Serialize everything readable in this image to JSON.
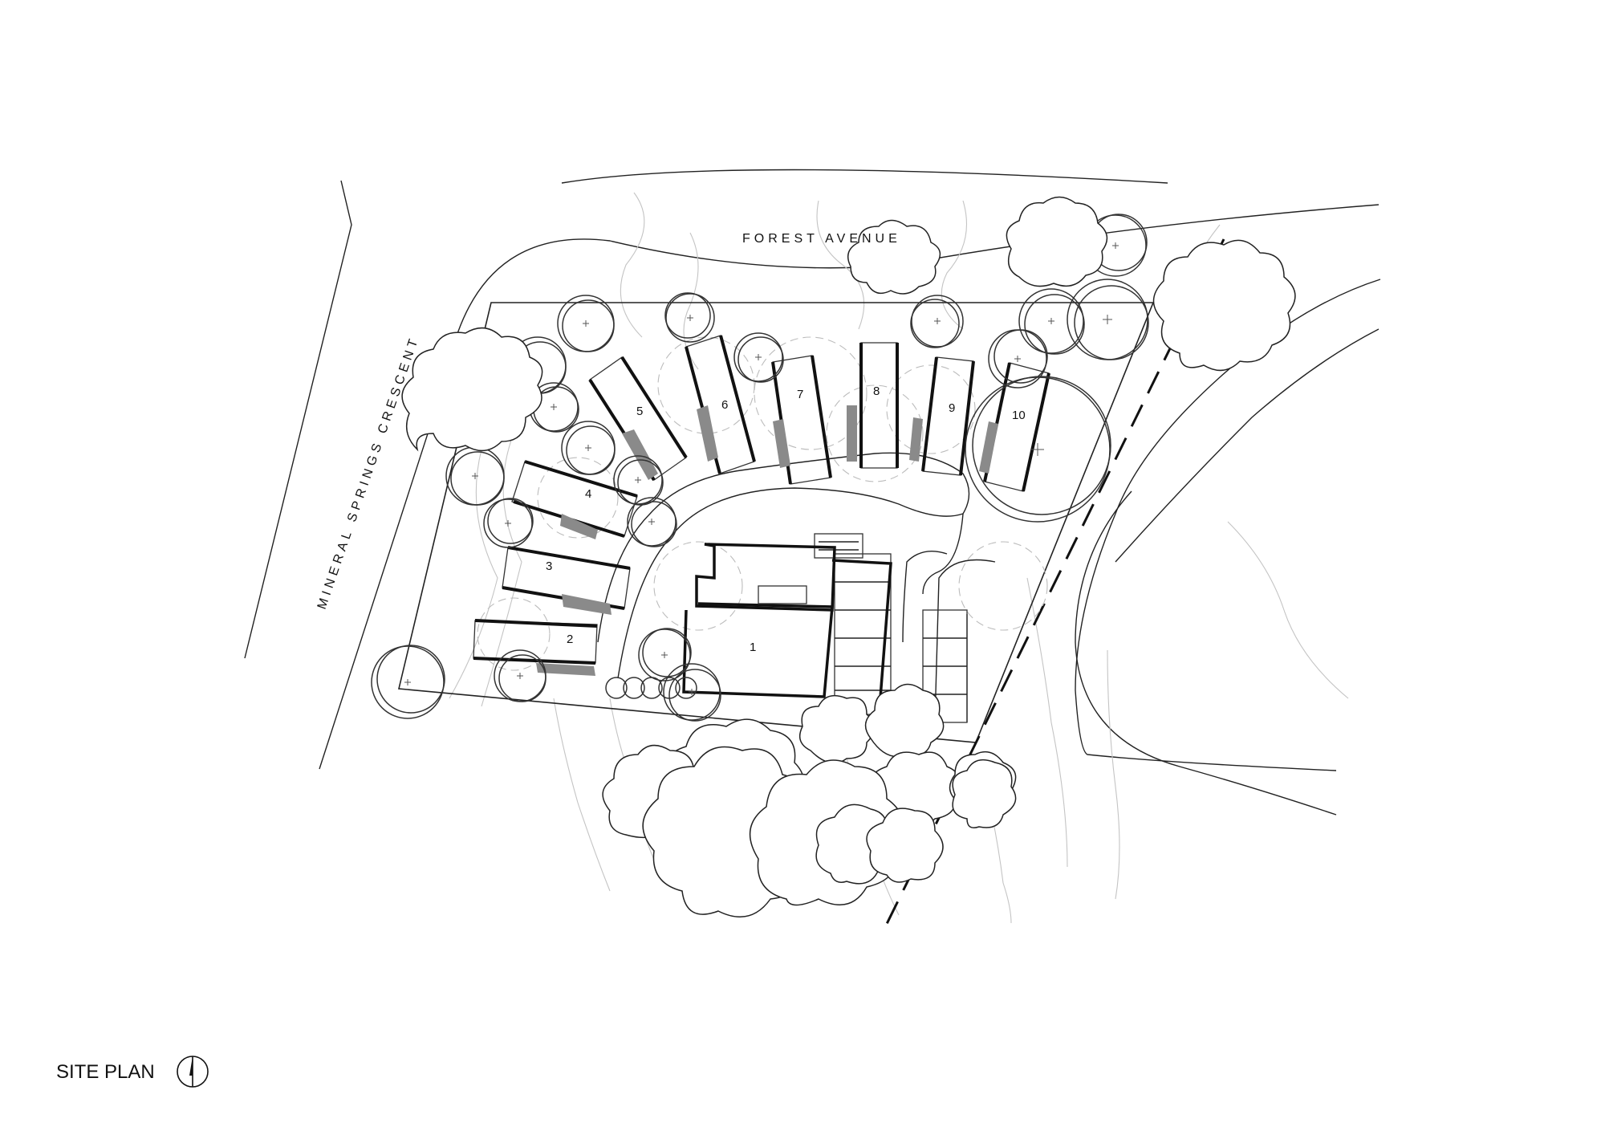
{
  "title": "SITE PLAN",
  "streets": {
    "forest": "FOREST AVENUE",
    "mineral": "MINERAL SPRINGS CRESCENT"
  },
  "units": [
    {
      "label": "1"
    },
    {
      "label": "2"
    },
    {
      "label": "3"
    },
    {
      "label": "4"
    },
    {
      "label": "5"
    },
    {
      "label": "6"
    },
    {
      "label": "7"
    },
    {
      "label": "8"
    },
    {
      "label": "9"
    },
    {
      "label": "10"
    }
  ],
  "icons": {
    "north_arrow": "north-arrow-icon",
    "existing_tree": "tree-circle-icon",
    "canopy": "tree-canopy-icon"
  }
}
